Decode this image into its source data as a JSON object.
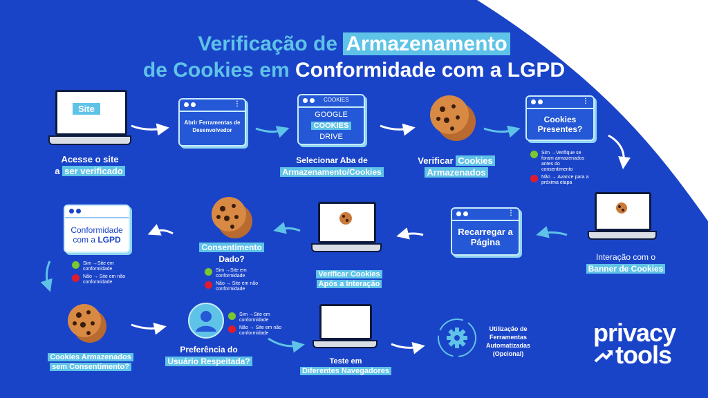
{
  "title": {
    "line1_a": "Verificação de",
    "line1_hl": "Armazenamento",
    "line2_a": "de Cookies em",
    "line2_b": "Conformidade com a LGPD"
  },
  "steps": {
    "site": {
      "screen_text": "Site",
      "label_a": "Acesse o site",
      "label_b": "a",
      "label_hl": "ser verificado"
    },
    "devtools": {
      "box_text": "Abrir Ferramentas de Desenvolvedor"
    },
    "tabs": {
      "header": "COOKIES",
      "item1": "GOOGLE",
      "item2": "COOKIES",
      "item3": "DRIVE",
      "label_a": "Selecionar Aba de",
      "label_hl": "Armazenamento/Cookies"
    },
    "verify": {
      "label_a": "Verificar",
      "label_hl1": "Cookies",
      "label_hl2": "Armazenados"
    },
    "present": {
      "box_text": "Cookies Presentes?",
      "yes": "Sim →Verifique se foram armazenados antes do consentimento",
      "no": "Não → Avance para a próxima etapa"
    },
    "banner": {
      "label_a": "Interação com o",
      "label_hl": "Banner de Cookies"
    },
    "reload": {
      "box_text": "Recarregar a Página"
    },
    "after": {
      "label_hl1": "Verificar Cookies",
      "label_hl2": "Após a Interação"
    },
    "consent": {
      "label_hl1": "Consentimento",
      "label_b": "Dado?",
      "yes": "Sim →Site em conformidade",
      "no": "Não → Site em não conformidade"
    },
    "lgpd": {
      "box_a": "Conformidade",
      "box_b": "com a",
      "box_hl": "LGPD",
      "yes": "Sim →Site em conformidade",
      "no": "Não → Site em não conformidade"
    },
    "no_consent": {
      "label_hl1": "Cookies Armazenados",
      "label_hl2": "sem Consentimento?"
    },
    "preference": {
      "label_a": "Preferência do",
      "label_hl": "Usuário Respeitada?",
      "yes": "Sim →Site em conformidade",
      "no": "Não → Site em não conformidade"
    },
    "browsers": {
      "label_a": "Teste em",
      "label_hl": "Diferentes Navegadores"
    },
    "tools": {
      "label": "Utilização de Ferramentas Automatizadas (Opcional)"
    }
  },
  "brand": {
    "line1": "privacy",
    "line2": "tools"
  },
  "colors": {
    "background": "#1a44c8",
    "accent": "#5fc3e8",
    "yes": "#7cc72e",
    "no": "#e21a2e"
  }
}
